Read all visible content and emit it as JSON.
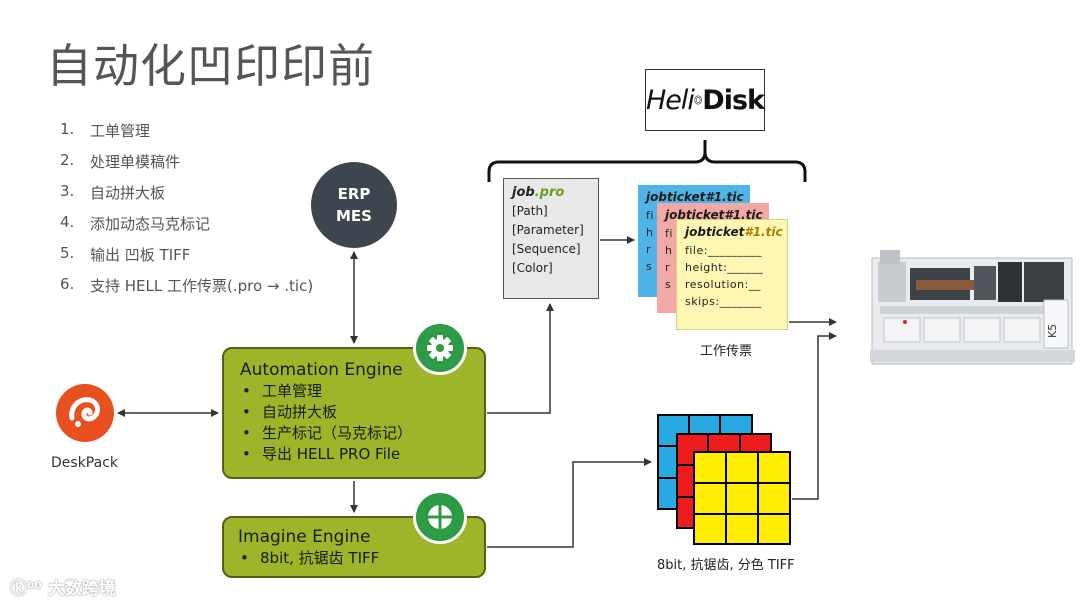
{
  "title": "自动化凹印印前",
  "steps": [
    {
      "num": "1.",
      "text": "工单管理"
    },
    {
      "num": "2.",
      "text": "处理单模稿件"
    },
    {
      "num": "3.",
      "text": "自动拼大板"
    },
    {
      "num": "4.",
      "text": "添加动态马克标记"
    },
    {
      "num": "5.",
      "text": "输出 凹板 TIFF"
    },
    {
      "num": "6.",
      "text": "支持 HELL 工作传票(.pro → .tic)"
    }
  ],
  "erp": {
    "line1": "ERP",
    "line2": "MES"
  },
  "deskpack": {
    "label": "DeskPack",
    "color": "#e8501f"
  },
  "automation_engine": {
    "name": "Automation Engine",
    "items": [
      "工单管理",
      "自动拼大板",
      "生产标记（马克标记）",
      "导出 HELL PRO File"
    ],
    "color": "#9db528"
  },
  "imagine_engine": {
    "name": "Imagine Engine",
    "items": [
      "8bit, 抗锯齿 TIFF"
    ]
  },
  "badges": {
    "gear_icon": "gear-icon",
    "crosshair_icon": "crosshair-icon",
    "color": "#2d9b45"
  },
  "job_pro": {
    "name": "job",
    "ext": ".pro",
    "fields": [
      "[Path]",
      "[Parameter]",
      "[Sequence]",
      "[Color]"
    ]
  },
  "tickets": {
    "title_prefix": "jobticket",
    "title_num": "#1",
    "title_ext": ".tic",
    "fields": [
      "file:_________",
      "height:______",
      "resolution:__",
      "skips:_______"
    ],
    "back_fragments": [
      "fi",
      "h",
      "r",
      "s"
    ],
    "colors": [
      "#4fb5e8",
      "#f2a8a4",
      "#fef7b3"
    ],
    "caption": "工作传票"
  },
  "helidisk": {
    "heli": "Heli",
    "disk": "Disk"
  },
  "grid": {
    "caption": "8bit, 抗锯齿, 分色 TIFF",
    "colors": [
      "#29a9e1",
      "#ee1c1c",
      "#ffee00"
    ]
  },
  "press": {
    "label": "K5"
  },
  "watermark": "大数跨境"
}
